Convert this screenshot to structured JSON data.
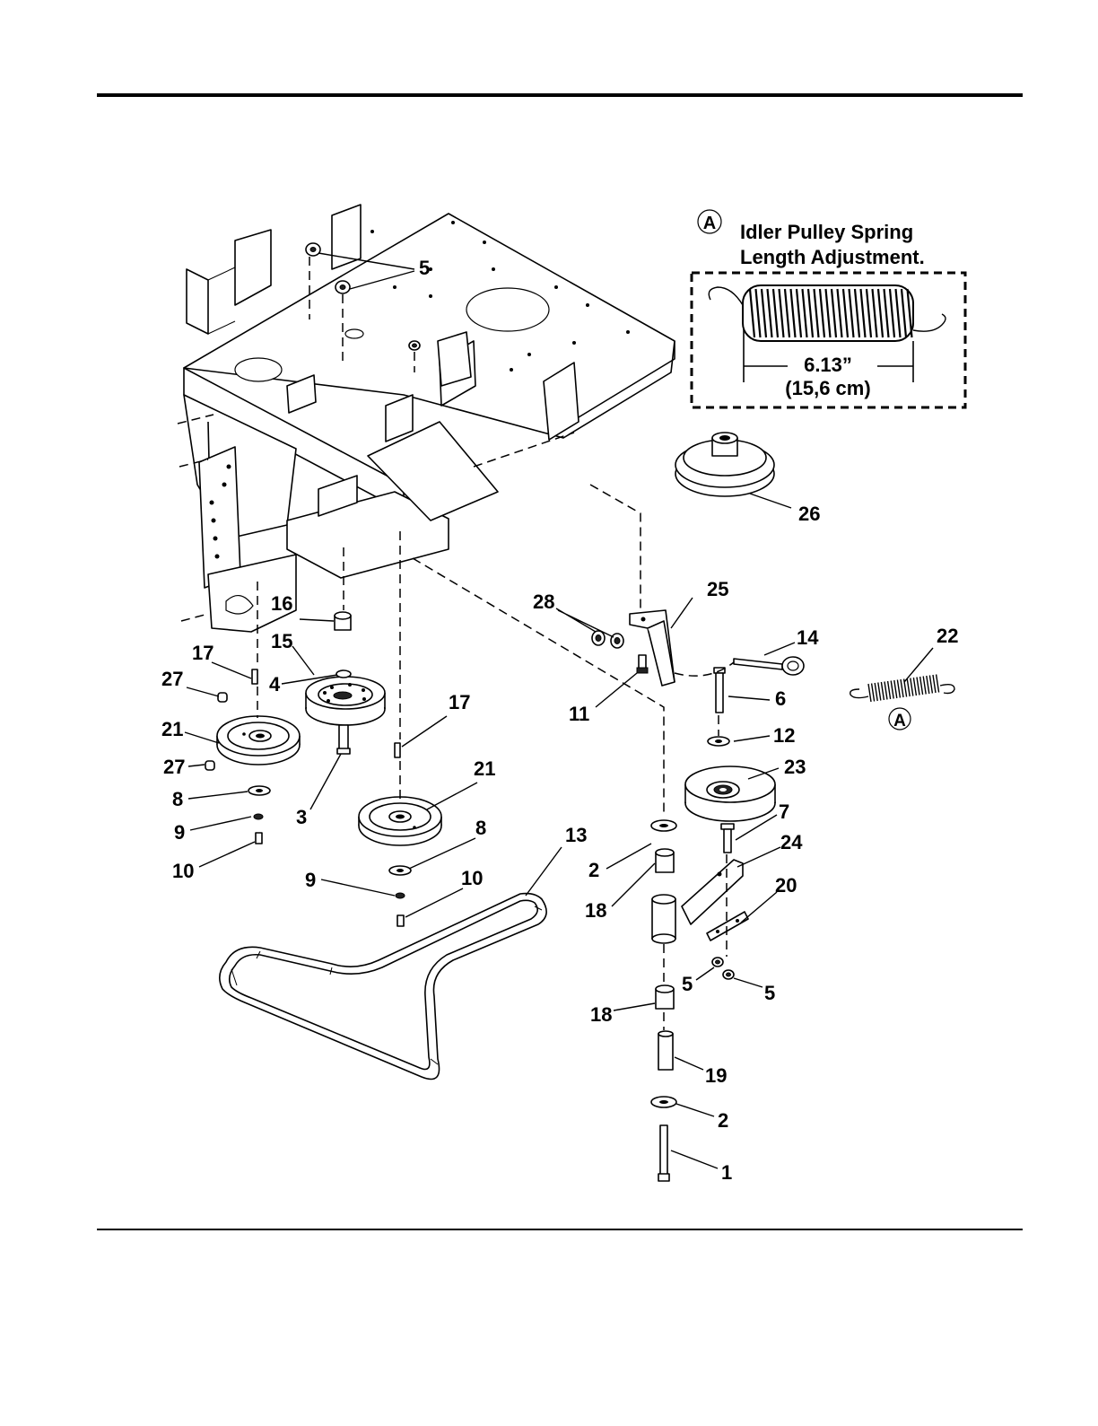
{
  "inset": {
    "marker": "A",
    "title_line1": "Idler Pulley Spring",
    "title_line2": "Length Adjustment.",
    "dimension_in": "6.13”",
    "dimension_cm": "(15,6 cm)"
  },
  "spring_marker": "A",
  "callouts": {
    "c5a": "5",
    "c26": "26",
    "c25": "25",
    "c28": "28",
    "c14": "14",
    "c22": "22",
    "c11": "11",
    "c6": "6",
    "c12": "12",
    "c23": "23",
    "c7": "7",
    "c24": "24",
    "c20": "20",
    "c16": "16",
    "c15": "15",
    "c17a": "17",
    "c27a": "27",
    "c4": "4",
    "c21a": "21",
    "c27b": "27",
    "c8a": "8",
    "c9a": "9",
    "c10a": "10",
    "c3": "3",
    "c17b": "17",
    "c21b": "21",
    "c8b": "8",
    "c9b": "9",
    "c10b": "10",
    "c13": "13",
    "c2a": "2",
    "c18a": "18",
    "c5b": "5",
    "c5c": "5",
    "c18b": "18",
    "c19": "19",
    "c2b": "2",
    "c1": "1"
  }
}
